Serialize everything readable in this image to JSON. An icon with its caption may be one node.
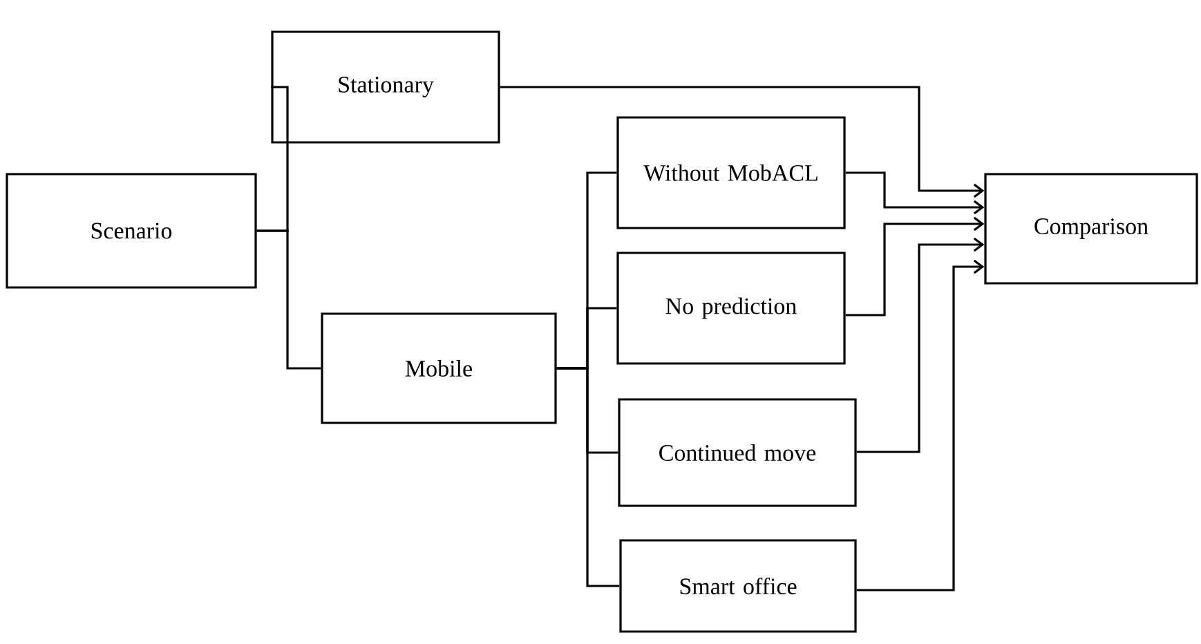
{
  "diagram": {
    "nodes": [
      {
        "text": [
          "Scenario"
        ]
      },
      {
        "text": [
          "Stationary"
        ]
      },
      {
        "text": [
          "Mobile"
        ]
      },
      {
        "text": [
          "Without MobACL"
        ]
      },
      {
        "text": [
          "No prediction"
        ]
      },
      {
        "text": [
          "Continued move"
        ]
      },
      {
        "text": [
          "Smart office"
        ]
      },
      {
        "text": [
          "Comparison"
        ]
      }
    ],
    "edges": [
      {
        "from": 0,
        "to": 1,
        "arrow": "none"
      },
      {
        "from": 0,
        "to": 2,
        "arrow": "none"
      },
      {
        "from": 2,
        "to": 3,
        "arrow": "none"
      },
      {
        "from": 2,
        "to": 4,
        "arrow": "none"
      },
      {
        "from": 2,
        "to": 5,
        "arrow": "none"
      },
      {
        "from": 2,
        "to": 6,
        "arrow": "none"
      },
      {
        "from": 1,
        "to": 7,
        "arrow": "to"
      },
      {
        "from": 3,
        "to": 7,
        "arrow": "to"
      },
      {
        "from": 4,
        "to": 7,
        "arrow": "to"
      },
      {
        "from": 5,
        "to": 7,
        "arrow": "to"
      },
      {
        "from": 6,
        "to": 7,
        "arrow": "to"
      }
    ]
  }
}
